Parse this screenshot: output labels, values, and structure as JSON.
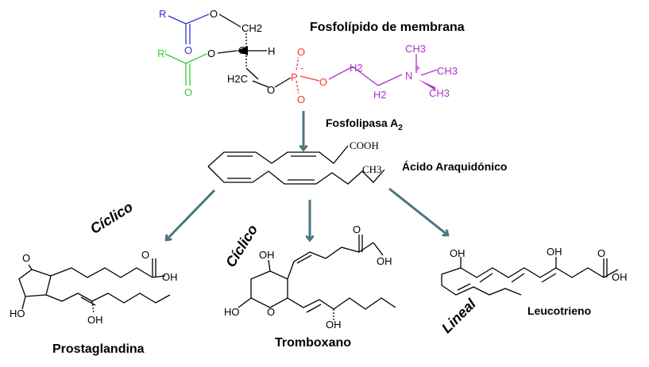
{
  "labels": {
    "phospholipid": "Fosfolípido de membrana",
    "enzyme": "Fosfolipasa A",
    "enzyme_sub": "2",
    "arachidonic": "Ácido Araquidónico",
    "prostaglandin": "Prostaglandina",
    "thromboxane": "Tromboxano",
    "leukotriene": "Leucotrieno",
    "cyclic_1": "Cíclico",
    "cyclic_2": "Cíclico",
    "linear": "Lineal"
  },
  "atoms": {
    "R_blue": "R",
    "R_green": "R'",
    "O": "O",
    "CH2": "CH2",
    "H": "H",
    "H2C": "H2C",
    "P": "P",
    "H2": "H2",
    "C": "C",
    "N": "N",
    "CH3": "CH3",
    "COOH": "COOH",
    "OH": "OH",
    "HO": "HO",
    "plus": "+",
    "minus": "-"
  },
  "colors": {
    "arrow": "#4d7480",
    "blue": "#3333cc",
    "green": "#33cc33",
    "red": "#ff3333",
    "purple": "#aa33cc",
    "black": "#000000"
  }
}
